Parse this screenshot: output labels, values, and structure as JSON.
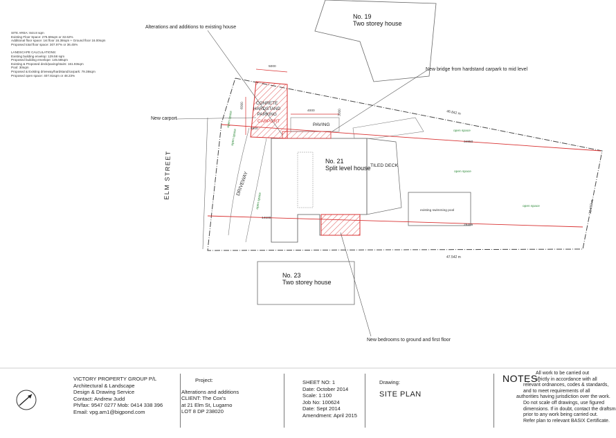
{
  "site_info": [
    "SITE AREA: 844.8 sqm",
    "Existing Floor Space: 275.59sqm or 32.62%",
    "Additional floor space: 1st floor 16.38sqm + Ground floor 16.00sqm",
    "Proposed total floor space: 307.97% or 36.45%",
    "",
    "LANDSCAPE CALCULATIONS:",
    "Existing building envelop: 129.58 sqm",
    "Proposed building envelope: 145.58sqm",
    "Existing & Proposed deck/paving/stairs: 161.93sqm",
    "Pool: 30sqm",
    "Proposed & Existing driveway/hardstand/carpark: 79.38sqm",
    "Proposed open space: 407.81sqm or 48.23%"
  ],
  "annotations": {
    "alterations": "Alterations and additions to existing house",
    "new_bridge": "New bridge from hardstand carpark to mid level",
    "new_carport": "New carport",
    "new_bedrooms": "New bedrooms to ground and first floor"
  },
  "houses": {
    "no19": [
      "No. 19",
      "Two storey house"
    ],
    "no21": [
      "No. 21",
      "Split level house"
    ],
    "no23": [
      "No. 23",
      "Two storey house"
    ]
  },
  "plan_labels": {
    "street": "ELM STREET",
    "driveway": "DRIVEWAY",
    "tiled_deck": "TILED DECK",
    "paving": "PAVING",
    "concrete": [
      "CONRETE",
      "HARDSTAND",
      "PARKING"
    ],
    "carport": "CARPORT",
    "pool": "existing swimming pool",
    "open_space": "open space",
    "boundary_top": "46.842 m",
    "boundary_bottom": "47.542 m",
    "boundary_right": "12.192 m",
    "dim_5000": "5000",
    "dim_6000": "6000",
    "dim_4000": "4000",
    "dim_3000": "3000",
    "dim_34850": "34850",
    "dim_28455": "28455",
    "dim_5900": "5900",
    "dim_14100": "14100"
  },
  "colors": {
    "red": "#d83030",
    "line": "#555555",
    "green": "#2e8b3a"
  },
  "title_block": {
    "company": [
      "VICTORY PROPERTY GROUP P/L",
      "Architectural & Landscape",
      "Design & Drawing Service",
      "Contact: Andrew Judd",
      "Ph/fax: 9547 0277 Mob: 0414 338 396",
      "Email: vpg.am1@bigpond.com"
    ],
    "project_heading": "Project:",
    "project": [
      "Alterations and additions",
      "CLIENT: The Cox's",
      "at 21 Elm St, Lugarno",
      "LOT 8 DP 238020"
    ],
    "sheet": [
      "SHEET NO: 1",
      "Date: October 2014",
      "Scale: 1:100",
      "Job No: 100624",
      "Date: Sept 2014",
      "Amendment: April 2015"
    ],
    "drawing_heading": "Drawing:",
    "drawing_title": "SITE PLAN",
    "notes_heading": "NOTES:",
    "notes_lines": [
      "All work to be carried out",
      "strictly in accordance with all",
      "relevant ordnances, codes & standards,",
      "and to meet requirements of all",
      "authorities having jurisdiction over the work.",
      "Do not scale off drawings, use figured",
      "dimensions. If in doubt, contact the draftsman",
      "prior to any work being carried out.",
      "Refer plan to relevant BASIX Certificate."
    ]
  }
}
